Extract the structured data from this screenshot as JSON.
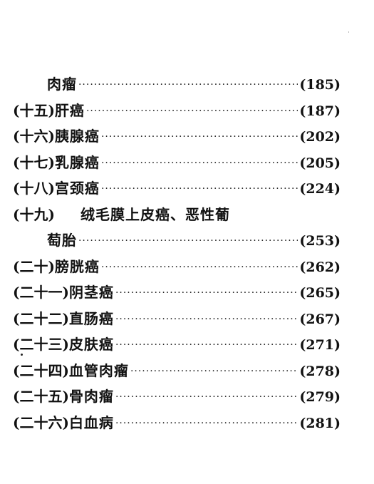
{
  "toc": {
    "rows": [
      {
        "num": "",
        "title": "肉瘤",
        "page": "(185)"
      },
      {
        "num": "(十五)",
        "title": "肝癌",
        "page": "(187)"
      },
      {
        "num": "(十六)",
        "title": "胰腺癌",
        "page": "(202)"
      },
      {
        "num": "(十七)",
        "title": "乳腺癌",
        "page": "(205)"
      },
      {
        "num": "(十八)",
        "title": "宫颈癌",
        "page": "(224)"
      },
      {
        "num": "(十九)",
        "title": "绒毛膜上皮癌、恶性葡",
        "page": ""
      },
      {
        "num": "",
        "title": "萄胎",
        "page": "(253)"
      },
      {
        "num": "(二十)",
        "title": "膀胱癌",
        "page": "(262)"
      },
      {
        "num": "(二十一)",
        "title": "阴茎癌",
        "page": "(265)"
      },
      {
        "num": "(二十二)",
        "title": "直肠癌",
        "page": "(267)"
      },
      {
        "num": "(二十三)",
        "title": "皮肤癌",
        "page": "(271)"
      },
      {
        "num": "(二十四)",
        "title": "血管肉瘤",
        "page": "(278)"
      },
      {
        "num": "(二十五)",
        "title": "骨肉瘤",
        "page": "(279)"
      },
      {
        "num": "(二十六)",
        "title": "白血病",
        "page": "(281)"
      }
    ]
  }
}
